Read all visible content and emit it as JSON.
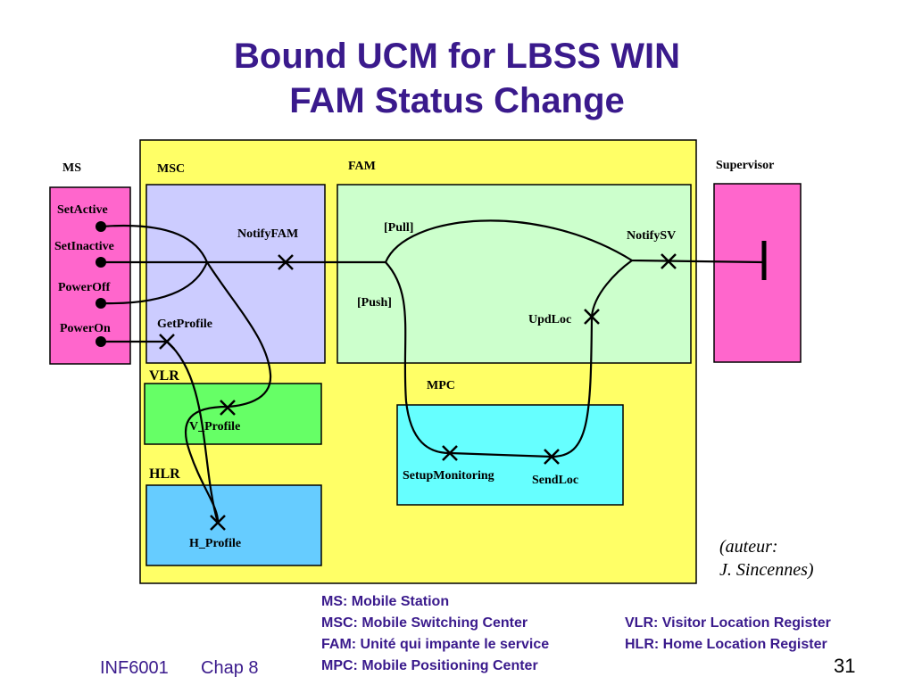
{
  "title": {
    "line1": "Bound UCM for LBSS WIN",
    "line2": "FAM Status Change"
  },
  "components": {
    "ms": "MS",
    "msc": "MSC",
    "fam": "FAM",
    "supervisor": "Supervisor",
    "vlr": "VLR",
    "hlr": "HLR",
    "mpc": "MPC"
  },
  "start_points": [
    "SetActive",
    "SetInactive",
    "PowerOff",
    "PowerOn"
  ],
  "responsibilities": {
    "notify_fam": "NotifyFAM",
    "notify_sv": "NotifySV",
    "get_profile": "GetProfile",
    "upd_loc": "UpdLoc",
    "v_profile": "V_Profile",
    "h_profile": "H_Profile",
    "setup_monitoring": "SetupMonitoring",
    "send_loc": "SendLoc"
  },
  "branches": {
    "pull": "[Pull]",
    "push": "[Push]"
  },
  "author": {
    "line1": "(auteur:",
    "line2": "J. Sincennes)"
  },
  "legend": {
    "left": [
      "MS: Mobile Station",
      "MSC: Mobile Switching Center",
      "FAM: Unité qui impante le service",
      "MPC: Mobile Positioning Center"
    ],
    "right": [
      "VLR: Visitor Location Register",
      "HLR: Home Location Register"
    ]
  },
  "footer": {
    "course": "INF6001",
    "chapter": "Chap 8",
    "page": "31"
  },
  "colors": {
    "title": "#3a1a8c",
    "fam_container": "#ffff66",
    "ms_supervisor": "#ff66cc",
    "msc": "#ccccff",
    "fam_inner": "#ccffcc",
    "vlr": "#66ff66",
    "hlr": "#66ccff",
    "mpc": "#66ffff"
  }
}
